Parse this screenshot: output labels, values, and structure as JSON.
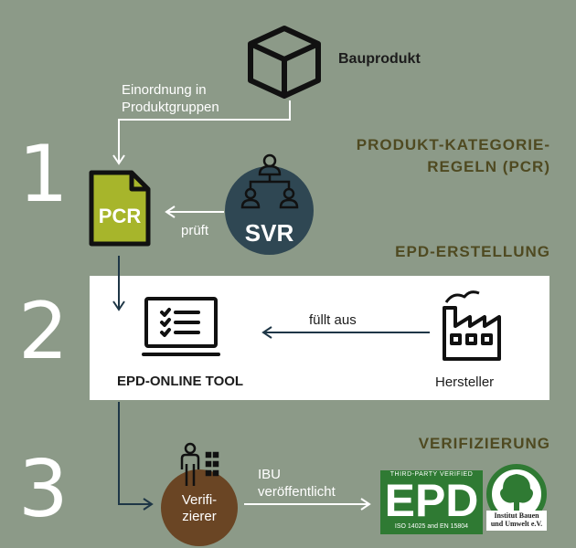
{
  "steps": [
    "1",
    "2",
    "3"
  ],
  "sections": {
    "pcr_title_line1": "PRODUKT-KATEGORIE-",
    "pcr_title_line2": "REGELN (PCR)",
    "epd_creation": "EPD-ERSTELLUNG",
    "verification": "VERIFIZIERUNG"
  },
  "nodes": {
    "bauprodukt": "Bauprodukt",
    "pcr": "PCR",
    "svr": "SVR",
    "epd_tool": "EPD-ONLINE TOOL",
    "hersteller": "Hersteller",
    "verifizierer_line1": "Verifi-",
    "verifizierer_line2": "zierer"
  },
  "edges": {
    "einordnung_line1": "Einordnung in",
    "einordnung_line2": "Produktgruppen",
    "prueft": "prüft",
    "fuellt_aus": "füllt aus",
    "ibu_line1": "IBU",
    "ibu_line2": "veröffentlicht"
  },
  "epd_badge": {
    "top_text": "THIRD-PARTY VERIFIED",
    "main_text": "EPD",
    "bottom_text": "ISO 14025 and EN 15804",
    "institute_line1": "Institut Bauen",
    "institute_line2": "und Umwelt e.V."
  },
  "colors": {
    "background": "#8c9a88",
    "pcr_green": "#a7b52b",
    "svr_blue": "#2f4753",
    "verifier_brown": "#6a4524",
    "section_title": "#4f4a21",
    "epd_green": "#2f7a33"
  }
}
